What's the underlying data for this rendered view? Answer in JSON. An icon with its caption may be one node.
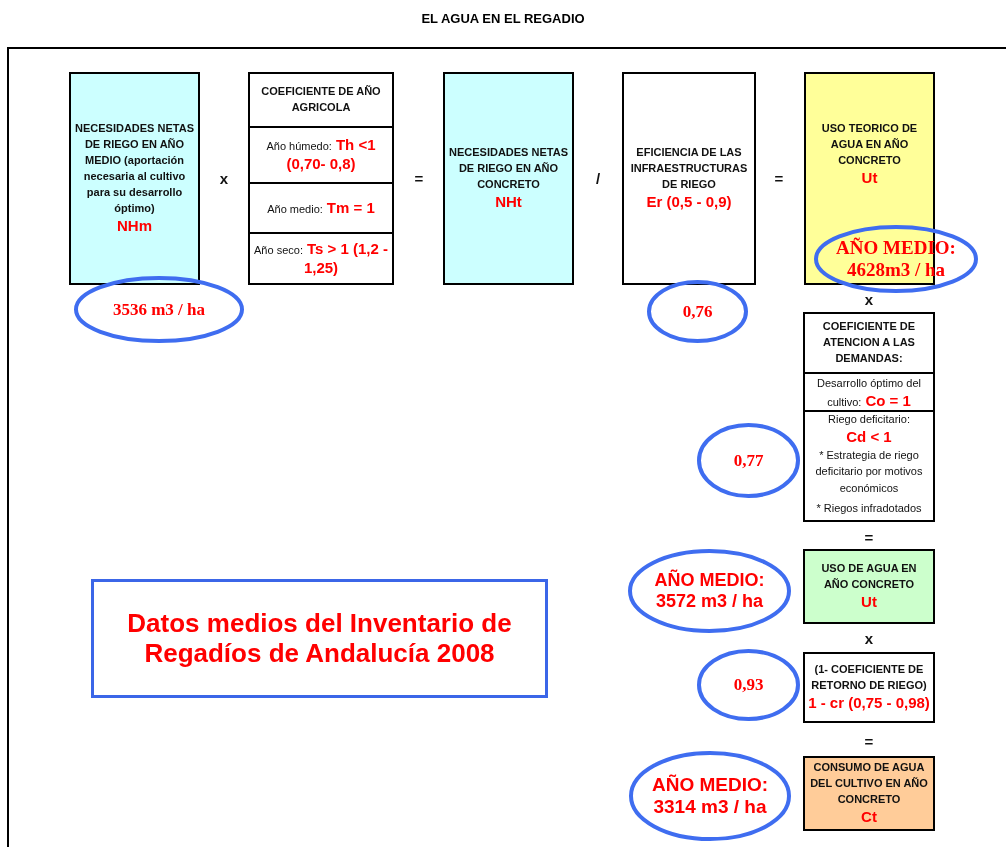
{
  "diagram": {
    "title": "EL AGUA EN EL REGADIO",
    "nodes": [
      {
        "text": [
          "NECESIDADES NETAS DE RIEGO EN AÑO MEDIO (aportación necesaria al cultivo para su desarrollo óptimo)",
          "NHm"
        ]
      },
      {
        "text": [],
        "shape": "box"
      },
      {
        "text": [
          "COEFICIENTE DE AÑO AGRICOLA"
        ],
        "in": 1
      },
      {
        "text": [
          "Año húmedo:",
          "Th <1 (0,70- 0,8)"
        ],
        "in": 1
      },
      {
        "text": [
          "Año medio:",
          "Tm = 1"
        ],
        "in": 1
      },
      {
        "text": [
          "Año seco:",
          "Ts > 1 (1,2 - 1,25)"
        ],
        "in": 1
      },
      {
        "text": [
          "NECESIDADES NETAS DE RIEGO EN AÑO CONCRETO",
          "NHt"
        ]
      },
      {
        "text": [
          "EFICIENCIA DE LAS INFRAESTRUCTURAS DE RIEGO",
          "Er (0,5 - 0,9)"
        ]
      },
      {
        "text": [
          "USO TEORICO DE AGUA EN AÑO CONCRETO",
          "Ut"
        ]
      },
      {
        "text": [
          "AÑO MEDIO: 4628m3 / ha"
        ]
      },
      {
        "text": [
          "3536 m3 / ha"
        ]
      },
      {
        "text": [
          "0,76"
        ]
      },
      {
        "text": [],
        "shape": "box"
      },
      {
        "text": [
          "COEFICIENTE DE ATENCION A LAS DEMANDAS:"
        ],
        "in": 12
      },
      {
        "text": [
          "Desarrollo óptimo del cultivo:",
          "Co = 1"
        ],
        "in": 12
      },
      {
        "text": [
          "Riego deficitario:",
          "Cd < 1",
          "* Estrategia de riego deficitario por motivos económicos",
          "* Riegos infradotados"
        ],
        "in": 12
      },
      {
        "text": [
          "0,77"
        ]
      },
      {
        "text": [
          "Datos medios del Inventario de Regadíos de Andalucía 2008"
        ]
      },
      {
        "text": [
          "AÑO MEDIO: 3572 m3 / ha"
        ]
      },
      {
        "text": [
          "USO DE AGUA EN AÑO CONCRETO",
          "Ut"
        ]
      },
      {
        "text": [
          "0,93"
        ]
      },
      {
        "text": [
          "(1- COEFICIENTE DE RETORNO DE RIEGO)",
          "1 - cr (0,75 - 0,98)"
        ]
      },
      {
        "text": [
          "AÑO MEDIO: 3314 m3 / ha"
        ]
      },
      {
        "text": [
          "CONSUMO DE AGUA DEL CULTIVO EN AÑO CONCRETO",
          "Ct"
        ]
      }
    ],
    "labels": [
      "x",
      "=",
      "/",
      "=",
      "x",
      "=",
      "x",
      "="
    ]
  }
}
